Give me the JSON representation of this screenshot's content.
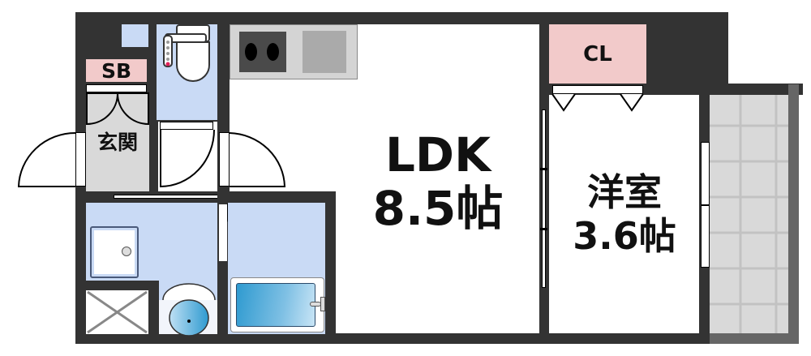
{
  "floorplan": {
    "rooms": {
      "ldk": {
        "name": "LDK",
        "size": "8.5帖"
      },
      "western": {
        "name": "洋室",
        "size": "3.6帖"
      },
      "closet": {
        "name": "CL"
      },
      "shoebox": {
        "name": "SB"
      },
      "entrance": {
        "name": "玄関"
      }
    },
    "colors": {
      "wall": "#333333",
      "wet_area": "#c9daf5",
      "storage": "#f2caca",
      "entrance_floor": "#d9d9d9",
      "balcony": "#d9d9d9",
      "bathtub": "#3a9fd0"
    }
  }
}
